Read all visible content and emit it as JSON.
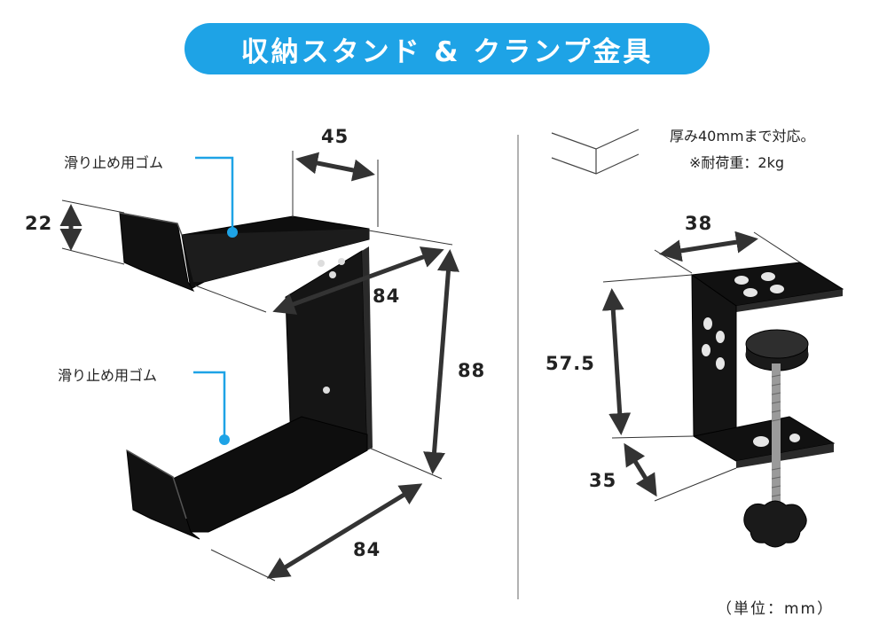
{
  "title": "収納スタンド & クランプ金具",
  "stand": {
    "rubber_label_top": "滑り止め用ゴム",
    "rubber_label_bottom": "滑り止め用ゴム",
    "dim_width": "45",
    "dim_lip": "22",
    "dim_depth_top": "84",
    "dim_height": "88",
    "dim_depth_bottom": "84"
  },
  "clamp": {
    "thickness_note": "厚み40mmまで対応。",
    "load_note": "※耐荷重：2kg",
    "dim_width": "38",
    "dim_height": "57.5",
    "dim_depth": "35"
  },
  "unit_note": "（単位：mm）",
  "colors": {
    "accent": "#1ea3e6",
    "metal": "#111111",
    "dimension": "#333333"
  }
}
